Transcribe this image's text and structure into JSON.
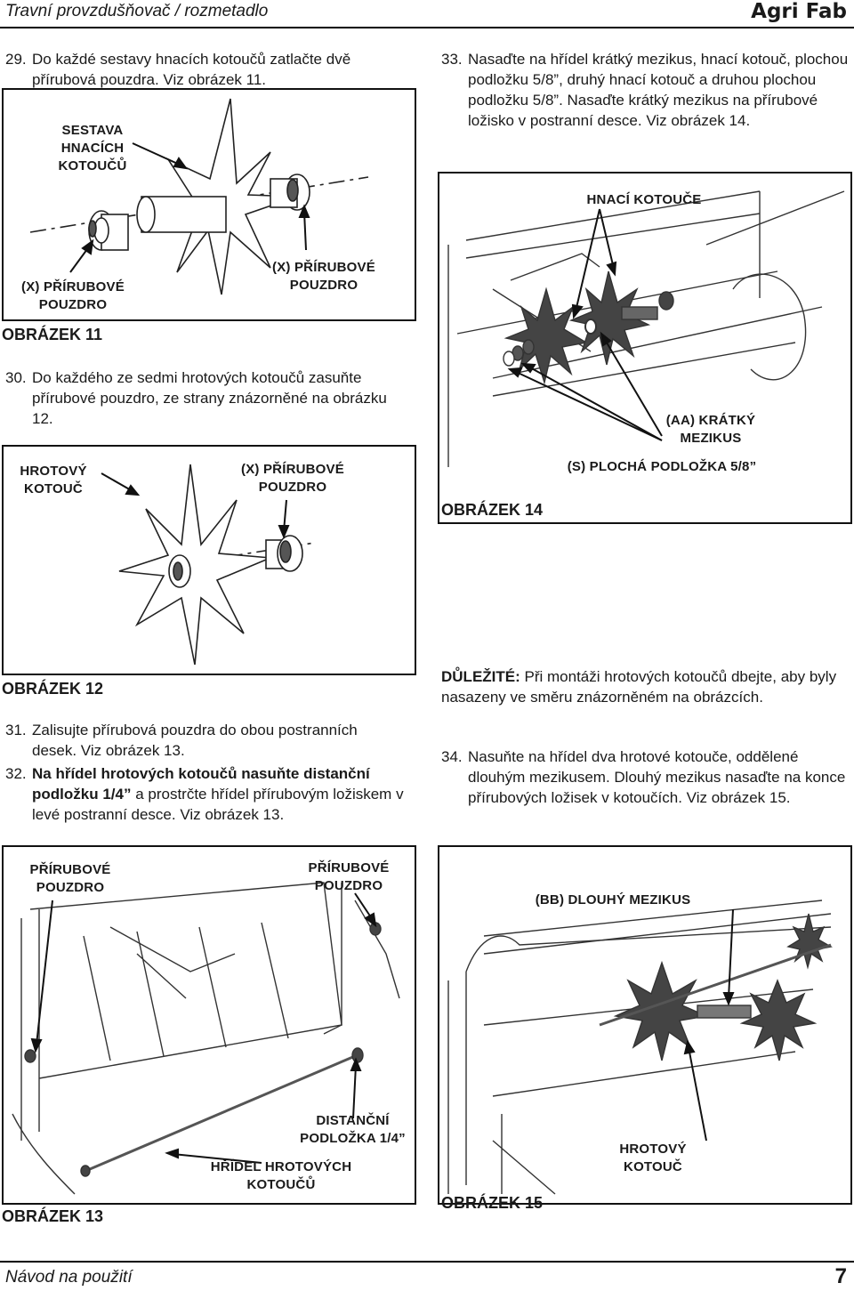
{
  "header": {
    "title": "Travní provzdušňovač / rozmetadlo",
    "brand": "Agri Fab"
  },
  "footer": {
    "title": "Návod na použití",
    "page": "7"
  },
  "steps": {
    "s29": {
      "num": "29.",
      "text": "Do každé sestavy hnacích kotoučů zatlačte dvě přírubová pouzdra. Viz obrázek 11."
    },
    "s30": {
      "num": "30.",
      "text": "Do každého ze sedmi hrotových kotoučů zasuňte přírubové pouzdro, ze strany znázorněné na obrázku 12."
    },
    "s31": {
      "num": "31.",
      "text": "Zalisujte přírubová pouzdra do obou postranních desek. Viz obrázek 13."
    },
    "s32": {
      "num": "32.",
      "bold": "Na hřídel hrotových kotoučů nasuňte distanční podložku 1/4”",
      "text": " a prostrčte hřídel přírubovým ložiskem v levé postranní desce. Viz obrázek 13."
    },
    "s33": {
      "num": "33.",
      "text": "Nasaďte na hřídel krátký mezikus, hnací kotouč, plochou podložku 5/8”, druhý hnací kotouč a druhou plochou podložku 5/8”. Nasaďte krátký mezikus na přírubové ložisko v postranní desce. Viz obrázek 14."
    },
    "s34": {
      "num": "34.",
      "text": "Nasuňte na hřídel dva hrotové kotouče, oddělené dlouhým mezikusem. Dlouhý mezikus nasaďte na konce přírubových ložisek v kotoučích. Viz obrázek 15."
    }
  },
  "important": {
    "label": "DŮLEŽITÉ:",
    "text": " Při montáži hrotových kotoučů dbejte, aby byly nasazeny ve směru znázorněném na obrázcích."
  },
  "fig11": {
    "caption": "OBRÁZEK 11",
    "l1": [
      "SESTAVA",
      "HNACÍCH",
      "KOTOUČŮ"
    ],
    "l2": [
      "(X) PŘÍRUBOVÉ",
      "POUZDRO"
    ],
    "l3": [
      "(X) PŘÍRUBOVÉ",
      "POUZDRO"
    ]
  },
  "fig12": {
    "caption": "OBRÁZEK 12",
    "l1": [
      "HROTOVÝ",
      "KOTOUČ"
    ],
    "l2": [
      "(X) PŘÍRUBOVÉ",
      "POUZDRO"
    ]
  },
  "fig13": {
    "caption": "OBRÁZEK 13",
    "l1": [
      "PŘÍRUBOVÉ",
      "POUZDRO"
    ],
    "l2": [
      "PŘÍRUBOVÉ",
      "POUZDRO"
    ],
    "l3": [
      "DISTANČNÍ",
      "PODLOŽKA 1/4”"
    ],
    "l4": [
      "HŘÍDEL HROTOVÝCH",
      "KOTOUČŮ"
    ]
  },
  "fig14": {
    "caption": "OBRÁZEK 14",
    "l1": "HNACÍ KOTOUČE",
    "l2": [
      "(AA) KRÁTKÝ",
      "MEZIKUS"
    ],
    "l3": "(S) PLOCHÁ PODLOŽKA 5/8”"
  },
  "fig15": {
    "caption": "OBRÁZEK 15",
    "l1": "(BB) DLOUHÝ MEZIKUS",
    "l2": [
      "HROTOVÝ",
      "KOTOUČ"
    ]
  }
}
